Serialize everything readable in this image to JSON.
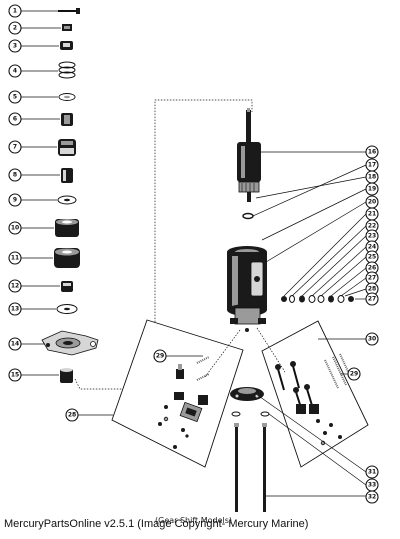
{
  "footer": {
    "text": "MercuryPartsOnline v2.5.1 (Image Copyright- Mercury Marine)"
  },
  "caption": {
    "text": "(Gear Shift Models)"
  },
  "callouts": {
    "left_column": [
      "1",
      "2",
      "3",
      "4",
      "5",
      "6",
      "7",
      "8",
      "9",
      "10",
      "11",
      "12",
      "13",
      "14",
      "15"
    ],
    "right_column": [
      "16",
      "17",
      "18",
      "19",
      "20",
      "21",
      "22",
      "23",
      "24",
      "25",
      "26",
      "27",
      "28",
      "27"
    ],
    "panel_left_outer": "28",
    "panel_left_inner": "29",
    "panel_right_outer": "30",
    "panel_right_inner": "29",
    "bottom": [
      "31",
      "33",
      "32"
    ]
  }
}
